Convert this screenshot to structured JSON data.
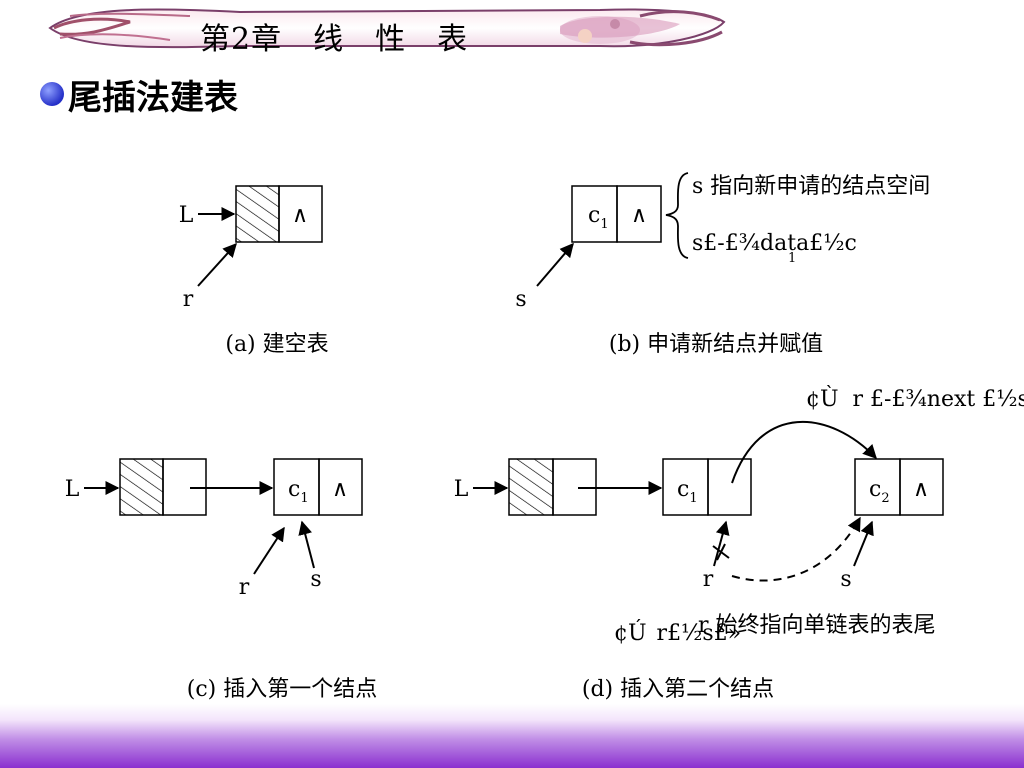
{
  "slide": {
    "chapter_title": "第2章　线　性　表",
    "heading": "尾插法建表"
  },
  "colors": {
    "bullet": "#2530c8",
    "bottom_bar_start": "#f3e4fb",
    "bottom_bar_end": "#8a2fcf"
  },
  "diagram": {
    "panel_a": {
      "pointer_L": "L",
      "pointer_r": "r",
      "null_mark": "∧",
      "caption": "(a) 建空表"
    },
    "panel_b": {
      "node_label": "c",
      "node_sub": "1",
      "null_mark": "∧",
      "pointer_s": "s",
      "note_line1": "s 指向新申请的结点空间",
      "note_line2": "s£-£¾data£½c",
      "note_line2_sub": "1",
      "caption": "(b) 申请新结点并赋值"
    },
    "panel_c": {
      "pointer_L": "L",
      "node_label": "c",
      "node_sub": "1",
      "null_mark": "∧",
      "pointer_r": "r",
      "pointer_s": "s",
      "caption": "(c) 插入第一个结点"
    },
    "panel_d": {
      "pointer_L": "L",
      "node1_label": "c",
      "node1_sub": "1",
      "node2_label": "c",
      "node2_sub": "2",
      "null_mark": "∧",
      "pointer_r": "r",
      "pointer_s": "s",
      "step1_marker": "¢Ù",
      "step1_text": "r £-£¾next £½s£»",
      "step2_marker": "¢Ú",
      "step2_text": "r£½s£»",
      "step2_note": "r 始终指向单链表的表尾",
      "caption": "(d) 插入第二个结点"
    }
  }
}
